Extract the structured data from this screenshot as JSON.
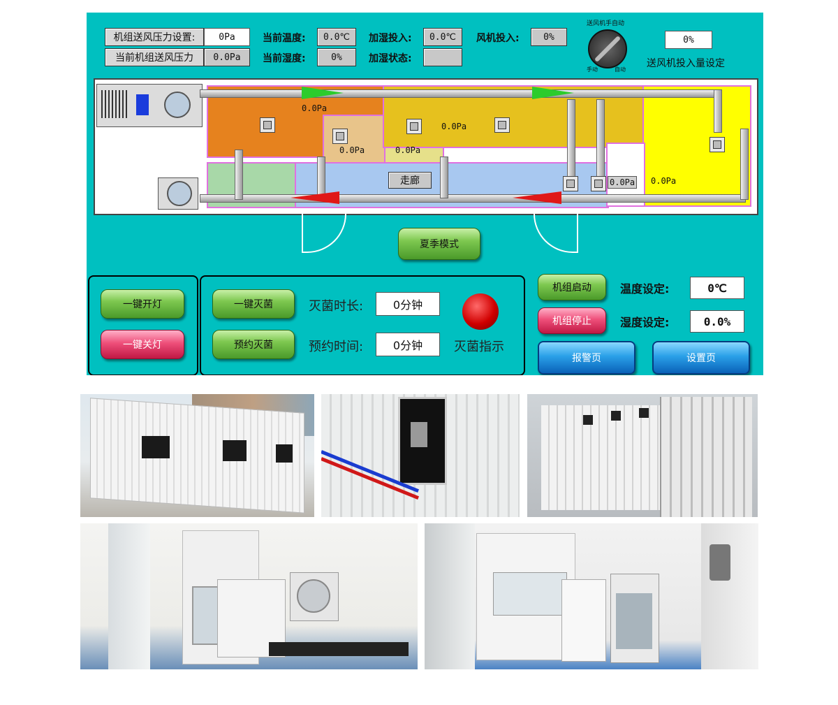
{
  "header": {
    "supply_pressure_set_label": "机组送风压力设置:",
    "supply_pressure_set_value": "0Pa",
    "current_supply_pressure_label": "当前机组送风压力",
    "current_supply_pressure_value": "0.0Pa",
    "current_temp_label": "当前温度:",
    "current_temp_value": "0.0℃",
    "current_humidity_label": "当前湿度:",
    "current_humidity_value": "0%",
    "humidify_input_label": "加湿投入:",
    "humidify_input_value": "0.0℃",
    "humidify_status_label": "加湿状态:",
    "humidify_status_value": "",
    "fan_input_label": "风机投入:",
    "fan_input_value": "0%",
    "knob_title": "送风机手自动",
    "knob_manual": "手动",
    "knob_auto": "自动",
    "fan_set_value": "0%",
    "fan_set_label": "送风机投入量设定"
  },
  "floorplan": {
    "pressures": [
      "0.0Pa",
      "0.0Pa",
      "0.0Pa",
      "0.0Pa",
      "0.0Pa",
      "0.0Pa"
    ],
    "corridor_label": "走廊",
    "colors": {
      "orange": "#e6821e",
      "gold": "#e6c11e",
      "yellow": "#ffff00",
      "tan": "#e8c48a",
      "lightyellow": "#e6e08a",
      "blue": "#a8c8f0",
      "green": "#a8d8a8",
      "white": "#ffffff"
    }
  },
  "mode_button": "夏季模式",
  "lights": {
    "on": "一键开灯",
    "off": "一键关灯"
  },
  "sterilize": {
    "one_key": "一键灭菌",
    "schedule": "预约灭菌",
    "duration_label": "灭菌时长:",
    "duration_value": "0分钟",
    "schedule_label": "预约时间:",
    "schedule_value": "0分钟",
    "indicator_label": "灭菌指示"
  },
  "unit": {
    "start": "机组启动",
    "stop": "机组停止",
    "temp_set_label": "温度设定:",
    "temp_set_value": "0℃",
    "humidity_set_label": "湿度设定:",
    "humidity_set_value": "0.0%",
    "alarm_page": "报警页",
    "settings_page": "设置页"
  }
}
